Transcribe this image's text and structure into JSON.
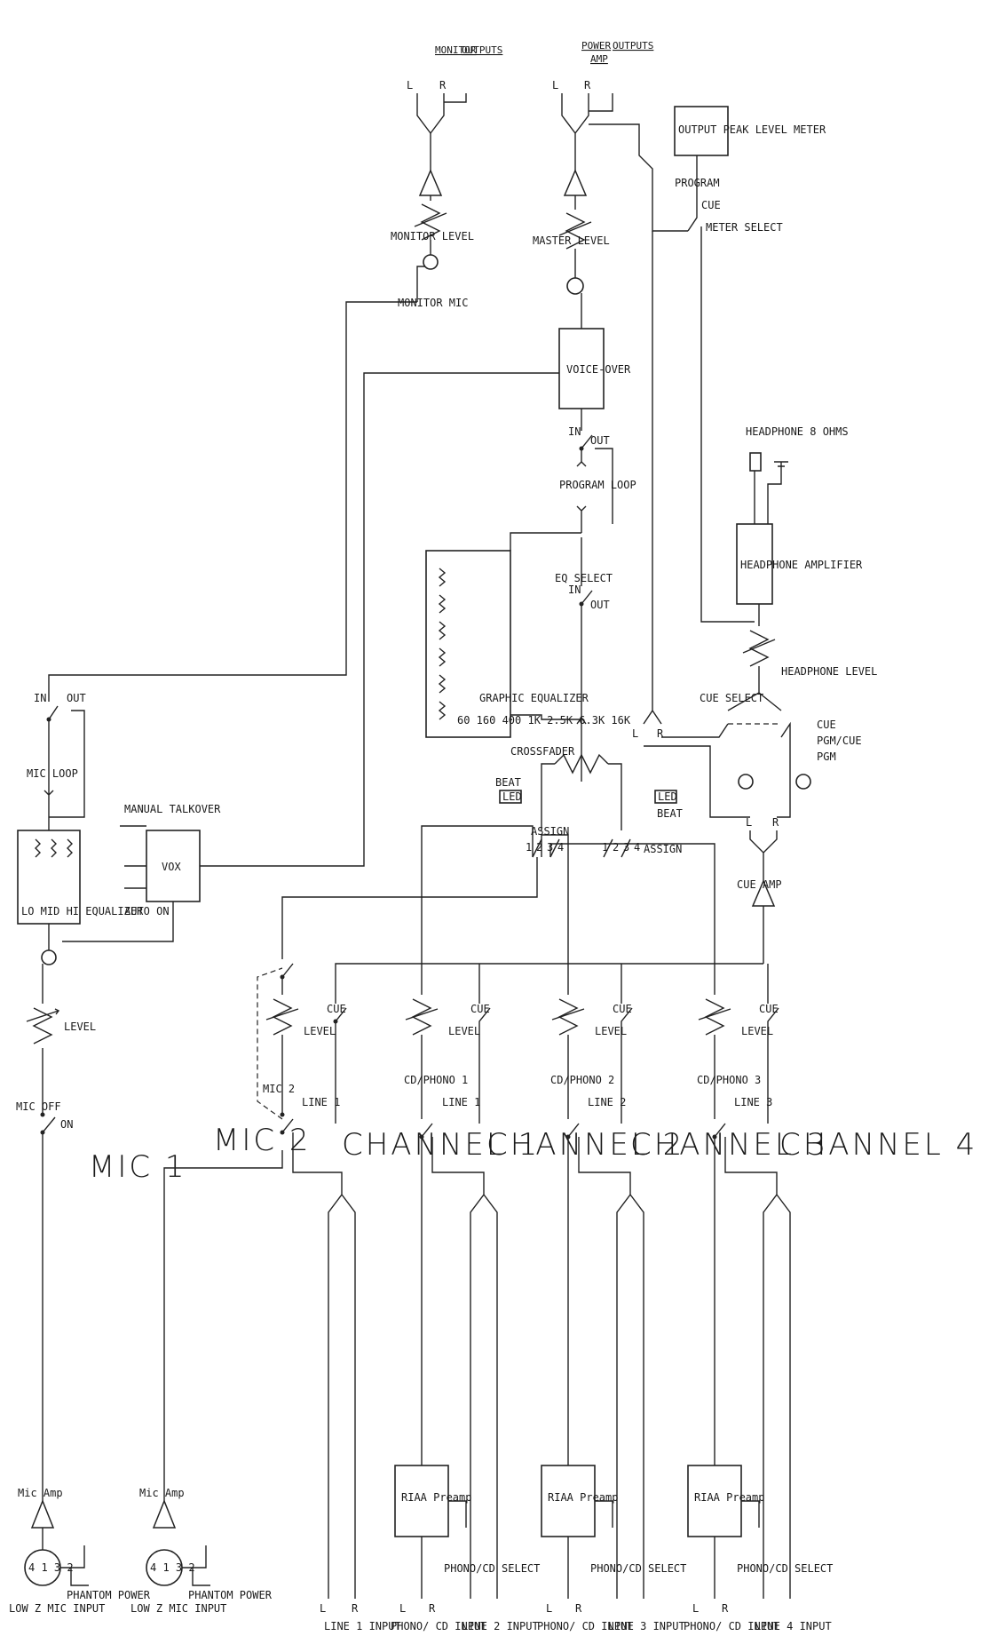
{
  "diagram": {
    "mic_section": {
      "mic1_title": "MIC 1",
      "mic2_title": "MIC 2",
      "mic1_input": "LOW Z MIC INPUT",
      "mic2_input": "LOW Z MIC INPUT",
      "phantom1": "PHANTOM POWER",
      "phantom2": "PHANTOM POWER",
      "mic_amp1": "Mic Amp",
      "mic_amp2": "Mic Amp",
      "mic_off": "MIC OFF",
      "mic_on": "ON",
      "mic1_level": "LEVEL",
      "equalizer": "LO MID HI EQUALIZER",
      "mic_loop": "MIC LOOP",
      "mic_loop_in": "IN",
      "mic_loop_out": "OUT",
      "vox": "VOX",
      "auto_on": "AUTO ON",
      "manual_talkover": "MANUAL TALKOVER",
      "xlr_pins": "4 1 3 2"
    },
    "channels": [
      {
        "title": "CHANNEL 1",
        "src_a": "MIC 2",
        "src_b": "LINE 1",
        "level": "LEVEL",
        "cue": "CUE",
        "input_a": "",
        "input_b": "LINE 1 INPUT"
      },
      {
        "title": "CHANNEL 2",
        "src_a": "CD/PHONO 1",
        "src_b": "LINE 1",
        "level": "LEVEL",
        "cue": "CUE",
        "input_a": "PHONO/ CD INPUT",
        "input_b": "LINE 2 INPUT",
        "riaa": "RIAA Preamp",
        "select": "PHONO/CD SELECT"
      },
      {
        "title": "CHANNEL 3",
        "src_a": "CD/PHONO 2",
        "src_b": "LINE 2",
        "level": "LEVEL",
        "cue": "CUE",
        "input_a": "PHONO/ CD INPUT",
        "input_b": "LINE 3 INPUT",
        "riaa": "RIAA Preamp",
        "select": "PHONO/CD SELECT"
      },
      {
        "title": "CHANNEL 4",
        "src_a": "CD/PHONO 3",
        "src_b": "LINE 3",
        "level": "LEVEL",
        "cue": "CUE",
        "input_a": "PHONO/ CD INPUT",
        "input_b": "LINE 4 INPUT",
        "riaa": "RIAA Preamp",
        "select": "PHONO/CD SELECT"
      }
    ],
    "input_jack_l": "L",
    "input_jack_r": "R",
    "assign_section": {
      "assign_a": "ASSIGN",
      "assign_b": "ASSIGN",
      "nums": [
        "1",
        "2",
        "3",
        "4"
      ],
      "beat_a": "BEAT",
      "beat_b": "BEAT",
      "led": "LED",
      "crossfader": "CROSSFADER"
    },
    "eq_section": {
      "graphic_eq": "GRAPHIC EQUALIZER",
      "bands": "60 160 400 1K 2.5K 6.3K 16K",
      "eq_select": "EQ SELECT",
      "eq_in": "IN",
      "eq_out": "OUT"
    },
    "program_section": {
      "program_loop": "PROGRAM LOOP",
      "loop_in": "IN",
      "loop_out": "OUT",
      "voice_over": "VOICE-OVER",
      "master_level": "MASTER LEVEL",
      "monitor_level": "MONITOR LEVEL",
      "monitor_mic": "MONITOR MIC"
    },
    "outputs": {
      "monitor_a": "MONITOR",
      "monitor_b": "OUTPUTS",
      "power_a": "POWER",
      "power_b": "AMP",
      "power_c": "OUTPUTS",
      "meter": "OUTPUT PEAK LEVEL METER",
      "meter_program": "PROGRAM",
      "meter_cue": "CUE",
      "meter_select": "METER SELECT"
    },
    "cue_section": {
      "cue_amp": "CUE AMP",
      "cue_select": "CUE SELECT",
      "headphone_level": "HEADPHONE LEVEL",
      "headphone_amp": "HEADPHONE AMPLIFIER",
      "headphone": "HEADPHONE 8 OHMS",
      "opt_cue": "CUE",
      "opt_pgmcue": "PGM/CUE",
      "opt_pgm": "PGM"
    }
  }
}
